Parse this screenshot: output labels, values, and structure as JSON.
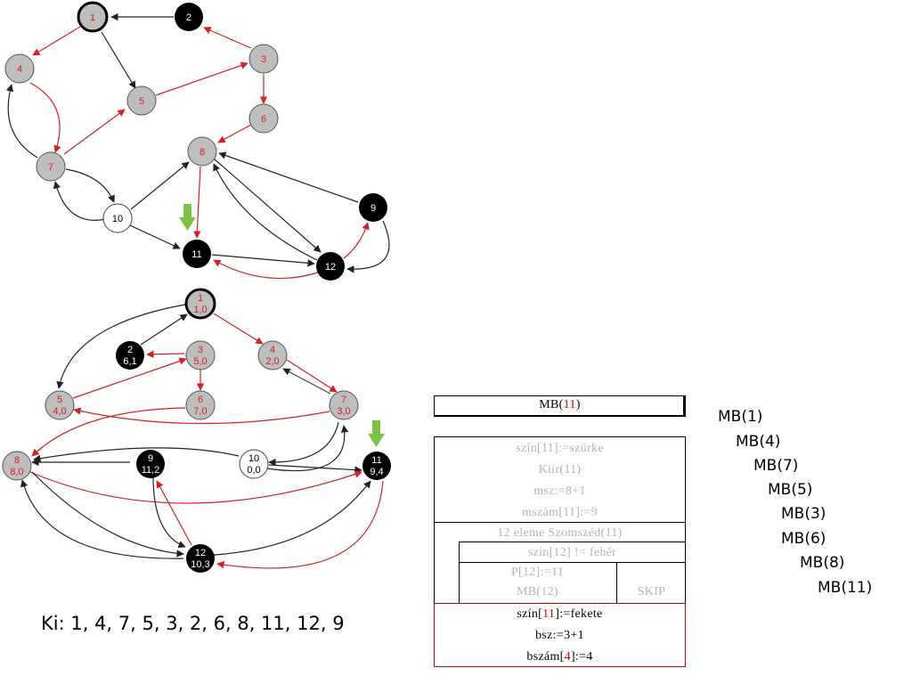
{
  "colors": {
    "tree_edge": "#d42020",
    "edge": "#222222",
    "gray_node": "#bebebe",
    "black_node": "#000000",
    "node_red_text": "#d42020",
    "highlight_arrow": "#7dc242",
    "frame_red": "#cc0000"
  },
  "graph_top": {
    "nodes": [
      {
        "id": "1",
        "label": "1",
        "state": "gray",
        "start": true
      },
      {
        "id": "2",
        "label": "2",
        "state": "black"
      },
      {
        "id": "3",
        "label": "3",
        "state": "gray"
      },
      {
        "id": "4",
        "label": "4",
        "state": "gray"
      },
      {
        "id": "5",
        "label": "5",
        "state": "gray"
      },
      {
        "id": "6",
        "label": "6",
        "state": "gray"
      },
      {
        "id": "7",
        "label": "7",
        "state": "gray"
      },
      {
        "id": "8",
        "label": "8",
        "state": "gray"
      },
      {
        "id": "9",
        "label": "9",
        "state": "black"
      },
      {
        "id": "10",
        "label": "10",
        "state": "white"
      },
      {
        "id": "11",
        "label": "11",
        "state": "black"
      },
      {
        "id": "12",
        "label": "12",
        "state": "black"
      }
    ]
  },
  "graph_bottom": {
    "nodes": [
      {
        "id": "1",
        "label": "1",
        "sub": "1,0",
        "state": "gray",
        "start": true
      },
      {
        "id": "2",
        "label": "2",
        "sub": "6,1",
        "state": "black"
      },
      {
        "id": "3",
        "label": "3",
        "sub": "5,0",
        "state": "gray"
      },
      {
        "id": "4",
        "label": "4",
        "sub": "2,0",
        "state": "gray"
      },
      {
        "id": "5",
        "label": "5",
        "sub": "4,0",
        "state": "gray"
      },
      {
        "id": "6",
        "label": "6",
        "sub": "7,0",
        "state": "gray"
      },
      {
        "id": "7",
        "label": "7",
        "sub": "3,0",
        "state": "gray"
      },
      {
        "id": "8",
        "label": "8",
        "sub": "8,0",
        "state": "gray"
      },
      {
        "id": "9",
        "label": "9",
        "sub": "11,2",
        "state": "black"
      },
      {
        "id": "10",
        "label": "10",
        "sub": "0,0",
        "state": "white"
      },
      {
        "id": "11",
        "label": "11",
        "sub": "9,4",
        "state": "black"
      },
      {
        "id": "12",
        "label": "12",
        "sub": "10,3",
        "state": "black"
      }
    ]
  },
  "output_line": "Ki: 1, 4, 7, 5, 3, 2, 6, 8, 11, 12, 9",
  "call_stack": [
    "MB(1)",
    "MB(4)",
    "MB(7)",
    "MB(5)",
    "MB(3)",
    "MB(6)",
    "MB(8)",
    "MB(11)"
  ],
  "structogram": {
    "header": {
      "prefix": "MB(",
      "arg": "11",
      "suffix": ")"
    },
    "block1": [
      "szín[11]:=szürke",
      "Kiír(11)",
      "msz:=8+1",
      "mszám[11]:=9"
    ],
    "loop": "12 eleme Szomszéd(11)",
    "condition": "szín[12] != fehér",
    "branch_yes": [
      "P[12]:=11",
      "MB(12)"
    ],
    "branch_no": "SKIP",
    "final": {
      "line1": {
        "prefix": "szín[",
        "arg": "11",
        "suffix": "]:=fekete"
      },
      "line2": "bsz:=3+1",
      "line3": {
        "prefix": "bszám[",
        "arg": "4",
        "suffix": "]:=4"
      }
    }
  }
}
